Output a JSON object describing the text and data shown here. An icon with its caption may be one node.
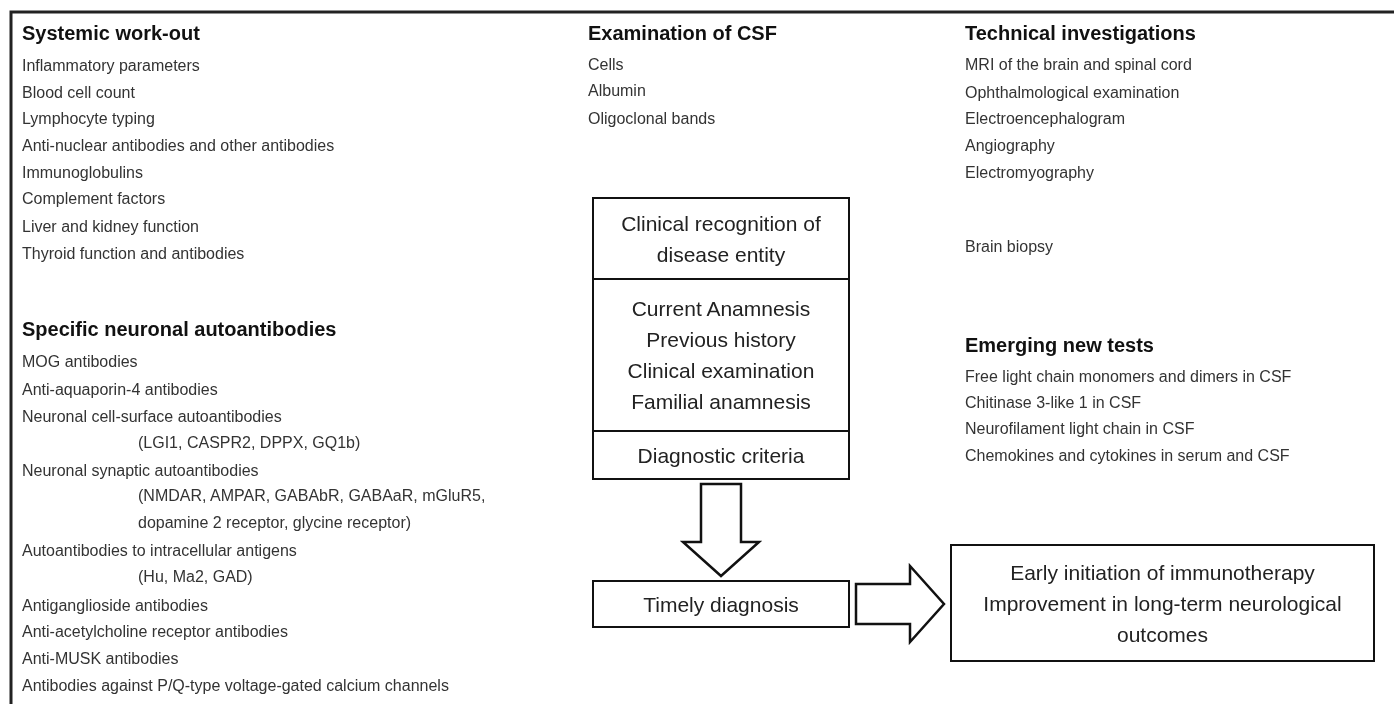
{
  "diagram": {
    "nodes": [
      {
        "text": [
          "Clinical recognition of disease entity"
        ]
      },
      {
        "text": [
          "Current Anamnesis",
          "Previous history",
          "Clinical examination",
          "Familial anamnesis"
        ]
      },
      {
        "text": [
          "Diagnostic criteria"
        ]
      },
      {
        "text": [
          "Timely diagnosis"
        ]
      },
      {
        "text": [
          "Early initiation of immunotherapy",
          "Improvement in long-term neurological outcomes"
        ]
      }
    ],
    "edges": [
      {
        "from": 2,
        "to": 3,
        "arrow": "to"
      },
      {
        "from": 3,
        "to": 4,
        "arrow": "to"
      }
    ],
    "labels": [
      "Systemic work-out",
      "Inflammatory parameters",
      "Blood cell count",
      "Lymphocyte typing",
      "Anti-nuclear antibodies and other antibodies",
      "Immunoglobulins",
      "Complement factors",
      "Liver and kidney function",
      "Thyroid function and antibodies",
      "Specific neuronal autoantibodies",
      "MOG antibodies",
      "Anti-aquaporin-4 antibodies",
      "Neuronal cell-surface autoantibodies",
      "(LGI1, CASPR2, DPPX, GQ1b)",
      "Neuronal synaptic autoantibodies",
      "(NMDAR, AMPAR, GABAbR, GABAaR, mGluR5, dopamine 2 receptor, glycine receptor)",
      "Autoantibodies to intracellular antigens",
      "(Hu, Ma2, GAD)",
      "Antiganglioside antibodies",
      "Anti-acetylcholine receptor antibodies",
      "Anti-MUSK antibodies",
      "Antibodies against P/Q-type voltage-gated calcium channels",
      "Examination of CSF",
      "Cells",
      "Albumin",
      "Oligoclonal bands",
      "Technical investigations",
      "MRI of the brain and spinal cord",
      "Ophthalmological examination",
      "Electroencephalogram",
      "Angiography",
      "Electromyography",
      "Brain biopsy",
      "Emerging new tests",
      "Free light chain monomers and dimers in CSF",
      "Chitinase 3-like 1 in CSF",
      "Neurofilament light chain in CSF",
      "Chemokines and cytokines in serum and CSF"
    ]
  }
}
